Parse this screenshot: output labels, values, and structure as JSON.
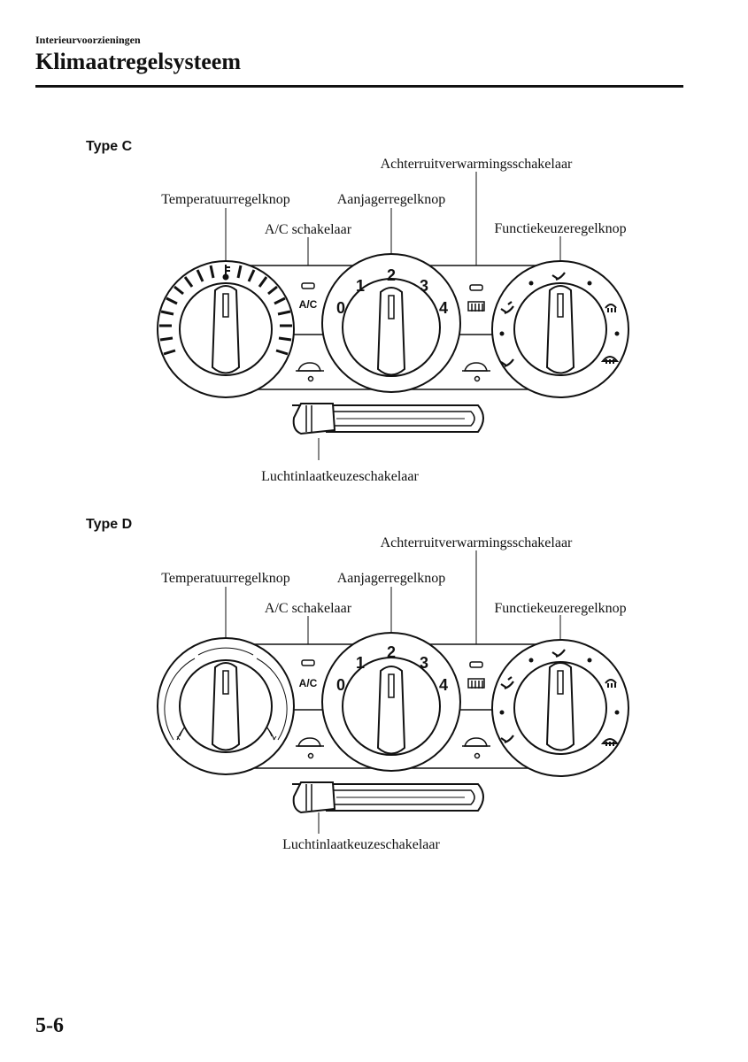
{
  "header": {
    "section": "Interieurvoorzieningen",
    "title": "Klimaatregelsysteem"
  },
  "diagrams": [
    {
      "type_label": "Type C",
      "labels": {
        "rear_defrost": "Achterruitverwarmingsschakelaar",
        "temperature": "Temperatuurregelknop",
        "fan": "Aanjagerregelknop",
        "ac": "A/C schakelaar",
        "mode": "Functiekeuzeregelknop",
        "intake": "Luchtinlaatkeuzeschakelaar"
      },
      "panel_text": {
        "ac": "A/C",
        "fan_speeds": [
          "0",
          "1",
          "2",
          "3",
          "4"
        ]
      }
    },
    {
      "type_label": "Type D",
      "labels": {
        "rear_defrost": "Achterruitverwarmingsschakelaar",
        "temperature": "Temperatuurregelknop",
        "fan": "Aanjagerregelknop",
        "ac": "A/C schakelaar",
        "mode": "Functiekeuzeregelknop",
        "intake": "Luchtinlaatkeuzeschakelaar"
      },
      "panel_text": {
        "ac": "A/C",
        "fan_speeds": [
          "0",
          "1",
          "2",
          "3",
          "4"
        ]
      }
    }
  ],
  "page_number": "5-6"
}
